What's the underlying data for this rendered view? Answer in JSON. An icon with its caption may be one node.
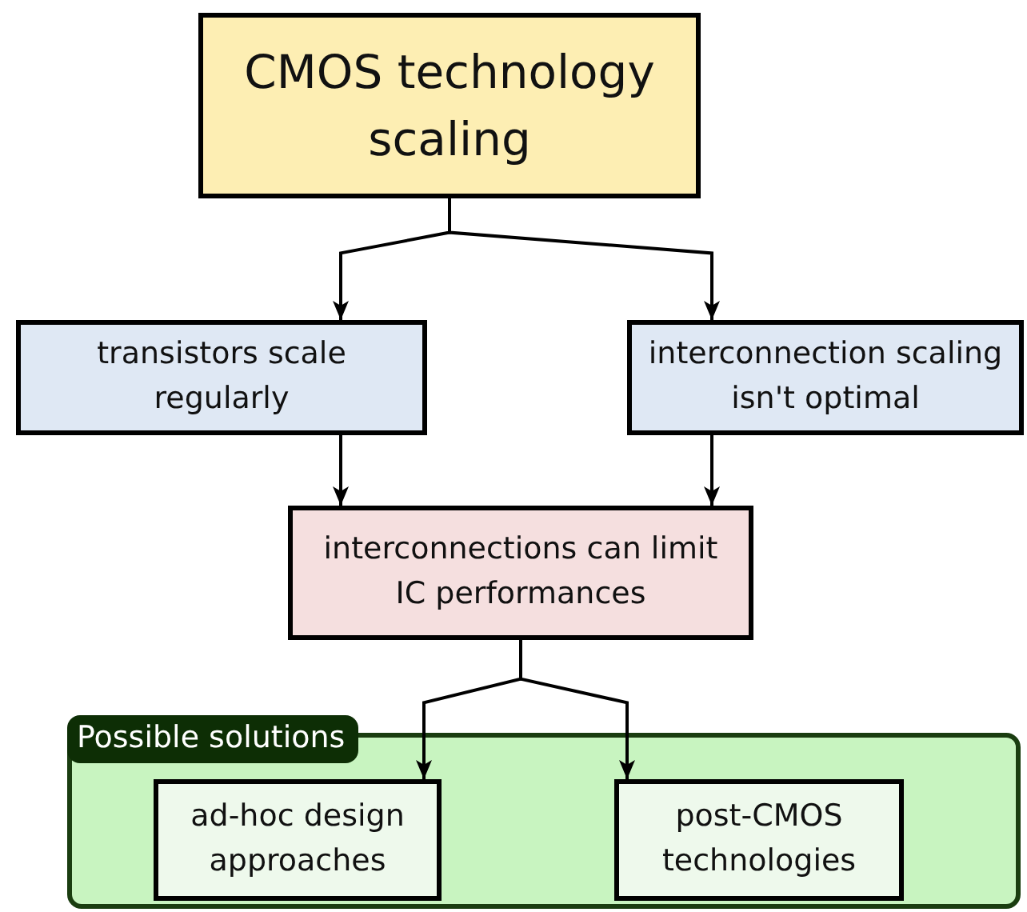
{
  "diagram": {
    "nodes": [
      {
        "text": [
          "CMOS technology scaling"
        ]
      },
      {
        "text": [
          "transistors scale regularly"
        ]
      },
      {
        "text": [
          "interconnection scaling  isn't optimal"
        ]
      },
      {
        "text": [
          "interconnections can limit IC performances"
        ]
      },
      {
        "text": [
          "Possible solutions"
        ]
      },
      {
        "text": [
          "ad-hoc design approaches"
        ],
        "in": 4
      },
      {
        "text": [
          "post-CMOS technologies"
        ],
        "in": 4
      }
    ],
    "edges": [
      {
        "from": 0,
        "to": 1,
        "arrow": "to"
      },
      {
        "from": 0,
        "to": 2,
        "arrow": "to"
      },
      {
        "from": 1,
        "to": 3,
        "arrow": "to"
      },
      {
        "from": 2,
        "to": 3,
        "arrow": "to"
      },
      {
        "from": 3,
        "to": 5,
        "arrow": "to"
      },
      {
        "from": 3,
        "to": 6,
        "arrow": "to"
      }
    ]
  }
}
